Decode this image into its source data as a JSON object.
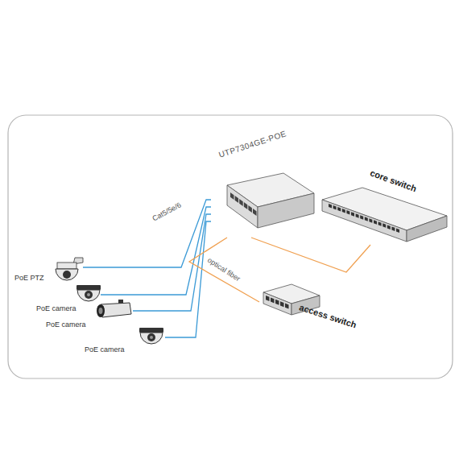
{
  "diagram": {
    "nodes": [
      {
        "text": [
          "UTP7304GE-POE"
        ]
      },
      {
        "text": [
          "core switch"
        ]
      },
      {
        "text": [
          "access switch"
        ]
      },
      {
        "text": [
          "PoE PTZ"
        ]
      },
      {
        "text": [
          "PoE camera"
        ]
      },
      {
        "text": [
          "PoE camera"
        ]
      },
      {
        "text": [
          "PoE camera"
        ]
      }
    ],
    "edges": [
      {
        "from": 3,
        "to": 0,
        "arrow": "none"
      },
      {
        "from": 4,
        "to": 0,
        "arrow": "none"
      },
      {
        "from": 5,
        "to": 0,
        "arrow": "none"
      },
      {
        "from": 6,
        "to": 0,
        "arrow": "none"
      },
      {
        "from": 0,
        "to": 1,
        "arrow": "none"
      },
      {
        "from": 0,
        "to": 2,
        "label": "optical fiber",
        "arrow": "none"
      }
    ],
    "labels": [
      "Cat5/5e/6"
    ]
  }
}
